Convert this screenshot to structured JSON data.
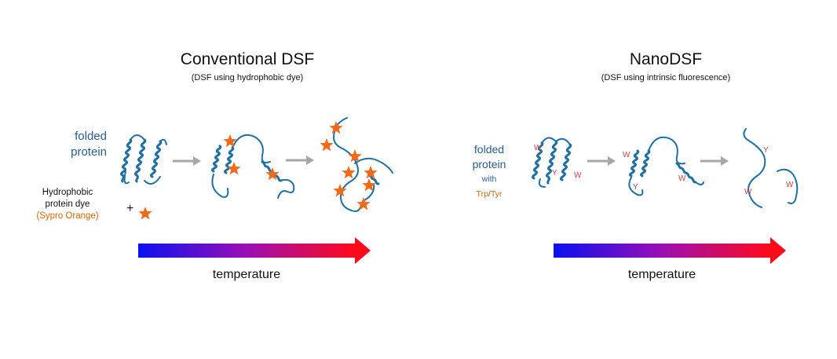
{
  "left": {
    "title": "Conventional DSF",
    "subtitle": "(DSF using hydrophobic dye)",
    "folded_label_line1": "folded",
    "folded_label_line2": "protein",
    "dye_line1": "Hydrophobic",
    "dye_line2": "protein dye",
    "dye_line3": "(Sypro Orange)",
    "plus": "+",
    "temperature": "temperature"
  },
  "right": {
    "title": "NanoDSF",
    "subtitle": "(DSF using intrinsic fluorescence)",
    "folded_label_line1": "folded",
    "folded_label_line2": "protein",
    "with": "with",
    "trp": "Trp",
    "slash": "/",
    "tyr": "Tyr",
    "temperature": "temperature"
  },
  "residue_w": "W",
  "residue_y": "Y",
  "colors": {
    "protein": "#1f6fa3",
    "star": "#f06a1a",
    "arrow_gray": "#a7a7a7",
    "label_blue": "#2a5d8a",
    "orange_text": "#d5660b",
    "residue_red": "#c8434a",
    "gradient_start": "#0a10f0",
    "gradient_mid": "#9b0fb5",
    "gradient_end": "#ff0a1a"
  },
  "icons": [
    "star-icon",
    "gray-arrow-icon",
    "temperature-gradient-arrow"
  ]
}
